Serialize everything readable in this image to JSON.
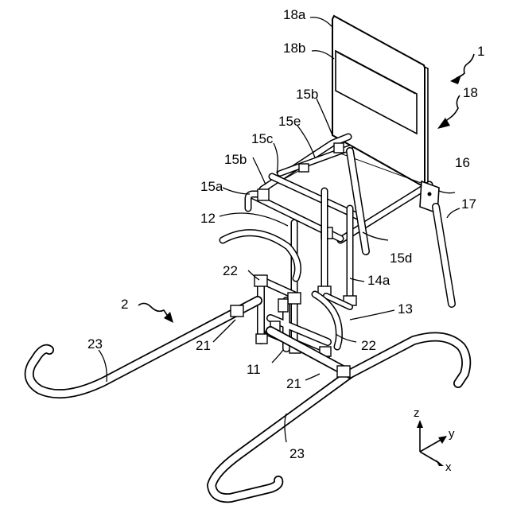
{
  "labels": {
    "l1": "1",
    "l2": "2",
    "l11": "11",
    "l12": "12",
    "l13": "13",
    "l14a": "14a",
    "l15a": "15a",
    "l15b_left": "15b",
    "l15b_top": "15b",
    "l15c": "15c",
    "l15d": "15d",
    "l15e": "15e",
    "l16": "16",
    "l17": "17",
    "l18": "18",
    "l18a": "18a",
    "l18b": "18b",
    "l21_left": "21",
    "l21_right": "21",
    "l22_left": "22",
    "l22_right": "22",
    "l23_left": "23",
    "l23_right": "23"
  },
  "axes": {
    "z": "z",
    "y": "y",
    "x": "x"
  }
}
